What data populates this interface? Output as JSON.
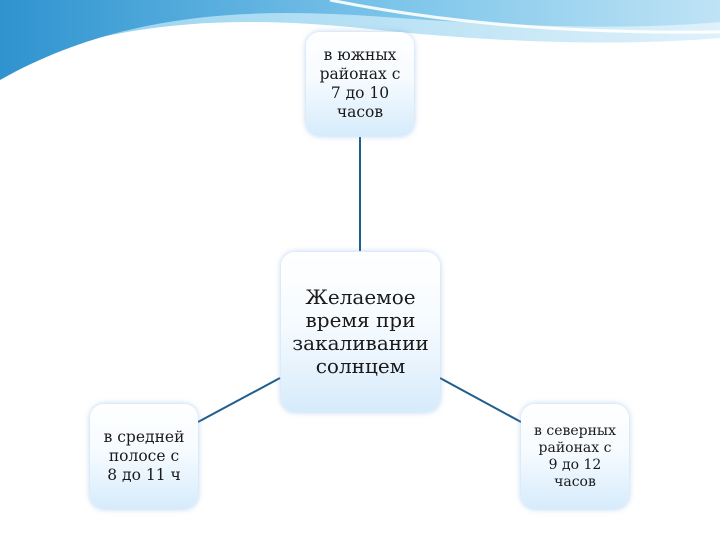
{
  "colors": {
    "connector": "#1f5d8c",
    "wave_dark": "#3a9ed6",
    "wave_light": "#bfe3f5",
    "node_fill_bottom": "#d6ebfb"
  },
  "diagram": {
    "center": {
      "text": "Желаемое\nвремя при\nзакаливании\nсолнцем"
    },
    "top": {
      "text": "в южных\nрайонах с\n7 до 10\nчасов"
    },
    "left": {
      "text": "в средней\nполосе с\n8 до 11 ч"
    },
    "right": {
      "text": "в северных\nрайонах с\n9 до 12\nчасов"
    }
  }
}
